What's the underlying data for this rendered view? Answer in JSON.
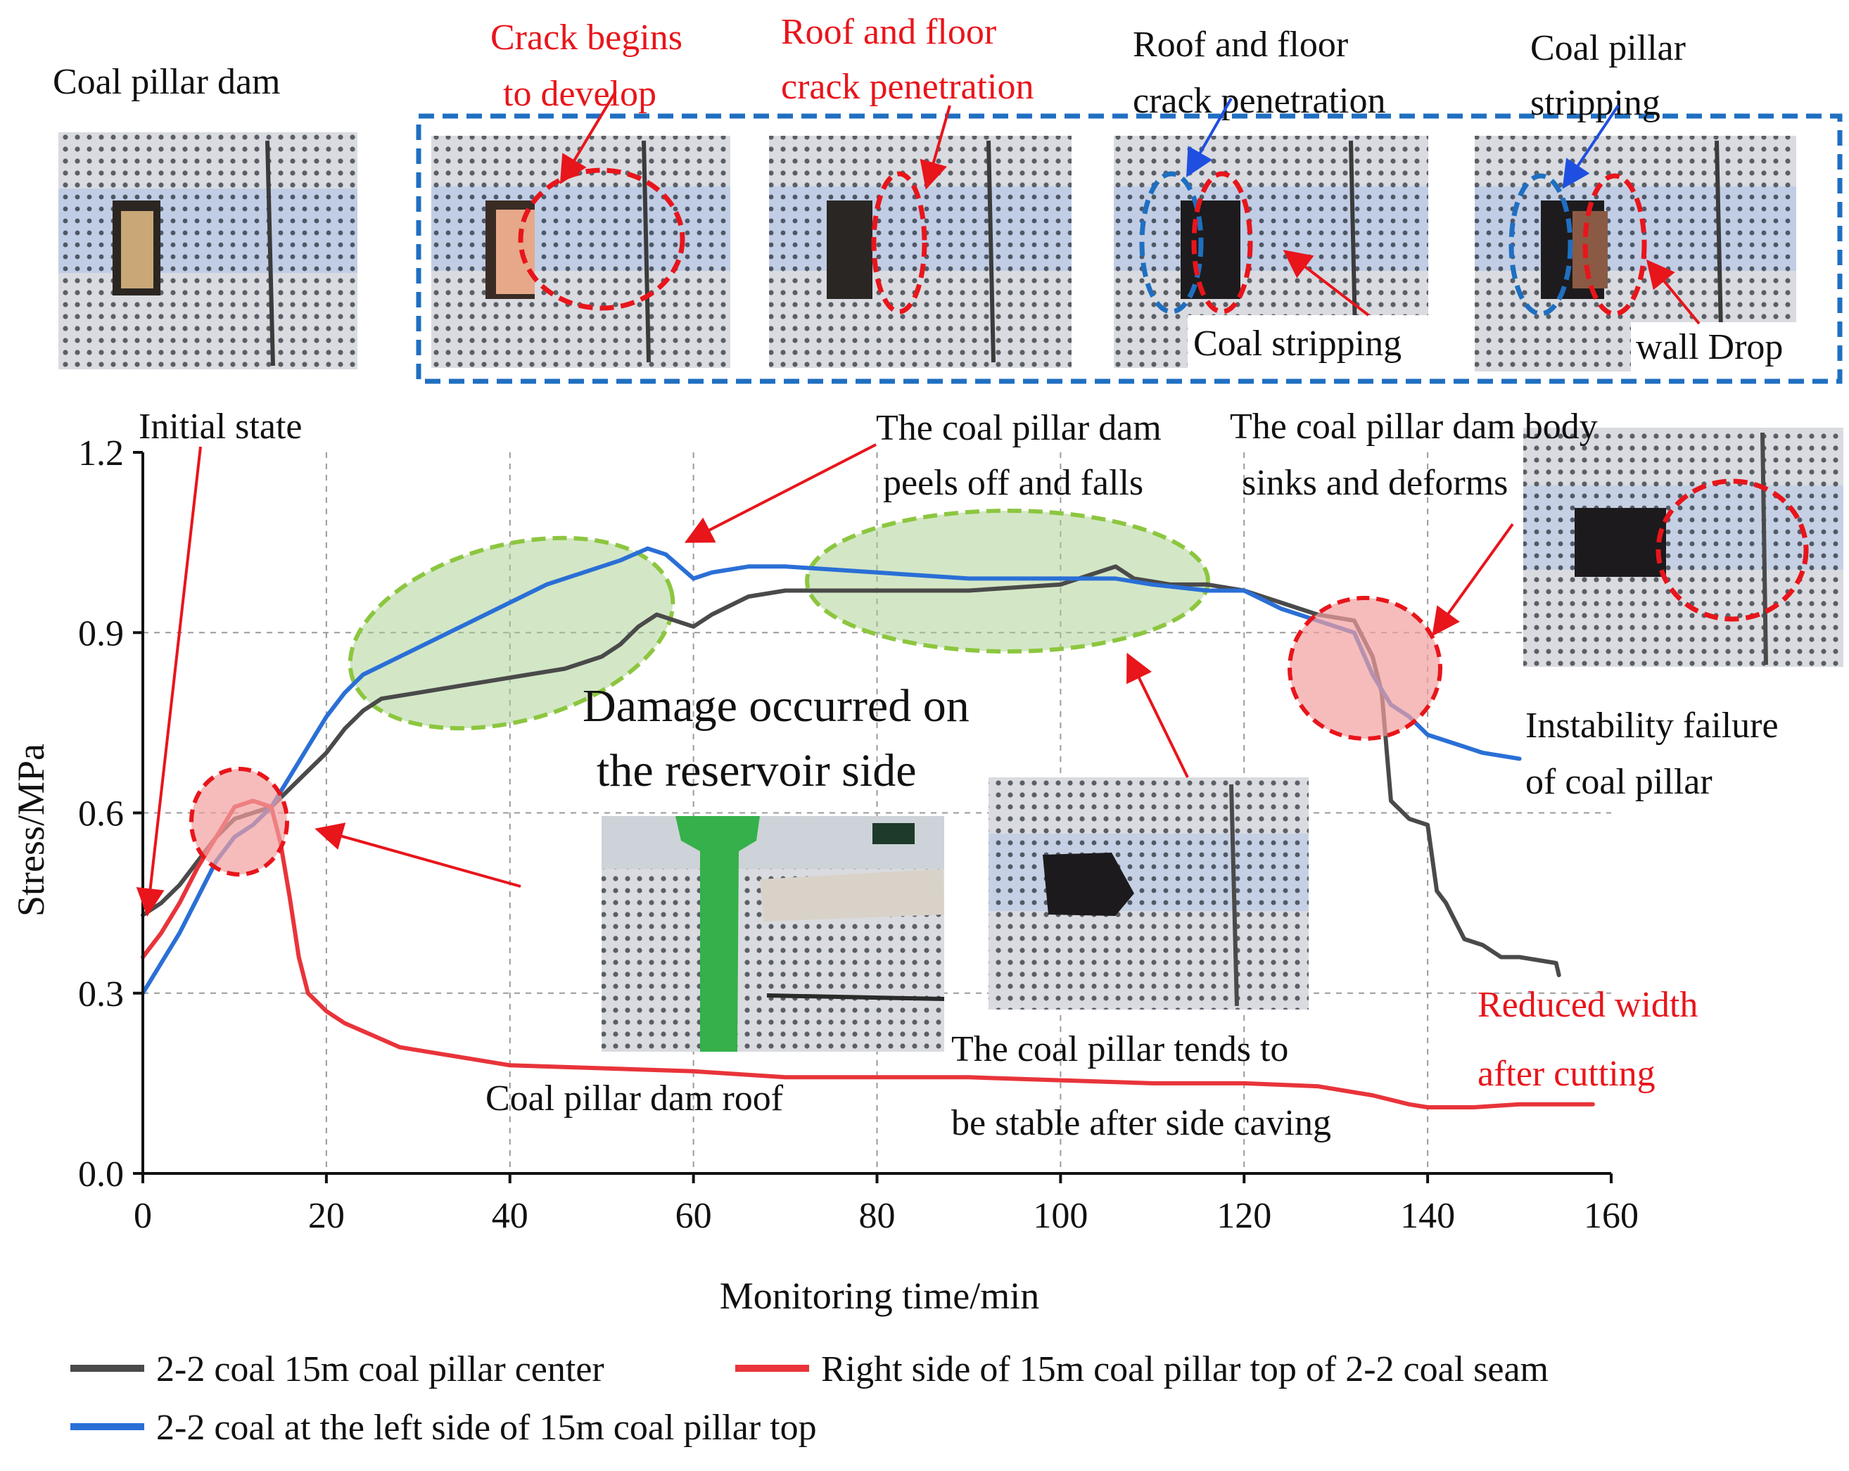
{
  "figure": {
    "top_labels": {
      "dam": "Coal pillar dam",
      "crack_begins": [
        "Crack begins",
        "to develop"
      ],
      "roof_floor_1": [
        "Roof and floor",
        "crack penetration"
      ],
      "roof_floor_2": [
        "Roof and floor",
        "crack penetration"
      ],
      "pillar_stripping": [
        "Coal pillar",
        "stripping"
      ],
      "coal_stripping": "Coal stripping",
      "wall_drop": "wall Drop"
    },
    "annotations": {
      "initial_state": "Initial state",
      "peels_off": [
        "The coal pillar dam",
        "peels off and falls"
      ],
      "sinks": [
        "The coal pillar dam body",
        "sinks and deforms"
      ],
      "damage": [
        "Damage occurred on",
        "the reservoir side"
      ],
      "instability": [
        "Instability failure",
        "of coal pillar"
      ],
      "reduced_width": [
        "Reduced width",
        "after cutting"
      ],
      "tends_stable": [
        "The coal pillar tends to",
        "be stable after side caving"
      ],
      "dam_roof": "Coal pillar dam roof"
    },
    "colors": {
      "red_text": "#e8151b",
      "blue_frame": "#1f6fc1",
      "green_ellipse": "#8cc63f",
      "red_ellipse": "#e8151b",
      "blue_ellipse": "#1f6fc1"
    }
  },
  "chart_data": {
    "type": "line",
    "xlabel": "Monitoring time/min",
    "ylabel": "Stress/MPa",
    "xlim": [
      0,
      160
    ],
    "ylim": [
      0,
      1.2
    ],
    "xticks": [
      0,
      20,
      40,
      60,
      80,
      100,
      120,
      140,
      160
    ],
    "yticks": [
      0.0,
      0.3,
      0.6,
      0.9,
      1.2
    ],
    "ytick_labels": [
      "0.0",
      "0.3",
      "0.6",
      "0.9",
      "1.2"
    ],
    "grid": true,
    "legend_position": "bottom",
    "series": [
      {
        "name": "2-2 coal 15m coal pillar center",
        "color": "#4a4a4a",
        "points": [
          [
            0,
            0.43
          ],
          [
            2,
            0.45
          ],
          [
            4,
            0.48
          ],
          [
            6,
            0.52
          ],
          [
            8,
            0.56
          ],
          [
            10,
            0.59
          ],
          [
            12,
            0.6
          ],
          [
            14,
            0.61
          ],
          [
            16,
            0.64
          ],
          [
            18,
            0.67
          ],
          [
            20,
            0.7
          ],
          [
            22,
            0.74
          ],
          [
            24,
            0.77
          ],
          [
            26,
            0.79
          ],
          [
            30,
            0.8
          ],
          [
            34,
            0.81
          ],
          [
            38,
            0.82
          ],
          [
            42,
            0.83
          ],
          [
            46,
            0.84
          ],
          [
            50,
            0.86
          ],
          [
            52,
            0.88
          ],
          [
            54,
            0.91
          ],
          [
            56,
            0.93
          ],
          [
            58,
            0.92
          ],
          [
            60,
            0.91
          ],
          [
            62,
            0.93
          ],
          [
            66,
            0.96
          ],
          [
            70,
            0.97
          ],
          [
            80,
            0.97
          ],
          [
            90,
            0.97
          ],
          [
            100,
            0.98
          ],
          [
            104,
            1.0
          ],
          [
            106,
            1.01
          ],
          [
            108,
            0.99
          ],
          [
            112,
            0.98
          ],
          [
            116,
            0.98
          ],
          [
            120,
            0.97
          ],
          [
            124,
            0.95
          ],
          [
            128,
            0.93
          ],
          [
            132,
            0.92
          ],
          [
            134,
            0.86
          ],
          [
            135,
            0.8
          ],
          [
            136,
            0.62
          ],
          [
            138,
            0.59
          ],
          [
            140,
            0.58
          ],
          [
            141,
            0.47
          ],
          [
            142,
            0.45
          ],
          [
            144,
            0.39
          ],
          [
            146,
            0.38
          ],
          [
            148,
            0.36
          ],
          [
            150,
            0.36
          ],
          [
            154,
            0.35
          ],
          [
            154.3,
            0.33
          ]
        ]
      },
      {
        "name": "2-2 coal at the left side of 15m coal pillar top",
        "color": "#2a6fd6",
        "points": [
          [
            0,
            0.3
          ],
          [
            2,
            0.35
          ],
          [
            4,
            0.4
          ],
          [
            6,
            0.46
          ],
          [
            8,
            0.52
          ],
          [
            10,
            0.56
          ],
          [
            12,
            0.58
          ],
          [
            14,
            0.61
          ],
          [
            16,
            0.66
          ],
          [
            18,
            0.71
          ],
          [
            20,
            0.76
          ],
          [
            22,
            0.8
          ],
          [
            24,
            0.83
          ],
          [
            28,
            0.86
          ],
          [
            32,
            0.89
          ],
          [
            36,
            0.92
          ],
          [
            40,
            0.95
          ],
          [
            44,
            0.98
          ],
          [
            48,
            1.0
          ],
          [
            52,
            1.02
          ],
          [
            55,
            1.04
          ],
          [
            57,
            1.03
          ],
          [
            60,
            0.99
          ],
          [
            62,
            1.0
          ],
          [
            66,
            1.01
          ],
          [
            70,
            1.01
          ],
          [
            80,
            1.0
          ],
          [
            90,
            0.99
          ],
          [
            100,
            0.99
          ],
          [
            106,
            0.99
          ],
          [
            110,
            0.98
          ],
          [
            116,
            0.97
          ],
          [
            120,
            0.97
          ],
          [
            124,
            0.94
          ],
          [
            128,
            0.92
          ],
          [
            132,
            0.9
          ],
          [
            134,
            0.83
          ],
          [
            136,
            0.78
          ],
          [
            138,
            0.76
          ],
          [
            140,
            0.73
          ],
          [
            142,
            0.72
          ],
          [
            144,
            0.71
          ],
          [
            146,
            0.7
          ],
          [
            150,
            0.69
          ]
        ]
      },
      {
        "name": "Right side of 15m coal pillar top of 2-2 coal seam",
        "color": "#e8343a",
        "points": [
          [
            0,
            0.36
          ],
          [
            2,
            0.4
          ],
          [
            4,
            0.45
          ],
          [
            6,
            0.51
          ],
          [
            8,
            0.56
          ],
          [
            10,
            0.61
          ],
          [
            12,
            0.62
          ],
          [
            14,
            0.61
          ],
          [
            15,
            0.55
          ],
          [
            16,
            0.46
          ],
          [
            17,
            0.36
          ],
          [
            18,
            0.3
          ],
          [
            20,
            0.27
          ],
          [
            22,
            0.25
          ],
          [
            25,
            0.23
          ],
          [
            28,
            0.21
          ],
          [
            32,
            0.2
          ],
          [
            36,
            0.19
          ],
          [
            40,
            0.18
          ],
          [
            50,
            0.175
          ],
          [
            60,
            0.17
          ],
          [
            70,
            0.16
          ],
          [
            80,
            0.16
          ],
          [
            90,
            0.16
          ],
          [
            100,
            0.155
          ],
          [
            110,
            0.15
          ],
          [
            120,
            0.15
          ],
          [
            128,
            0.145
          ],
          [
            134,
            0.13
          ],
          [
            138,
            0.115
          ],
          [
            140,
            0.11
          ],
          [
            145,
            0.11
          ],
          [
            150,
            0.115
          ],
          [
            158,
            0.115
          ]
        ]
      }
    ]
  }
}
